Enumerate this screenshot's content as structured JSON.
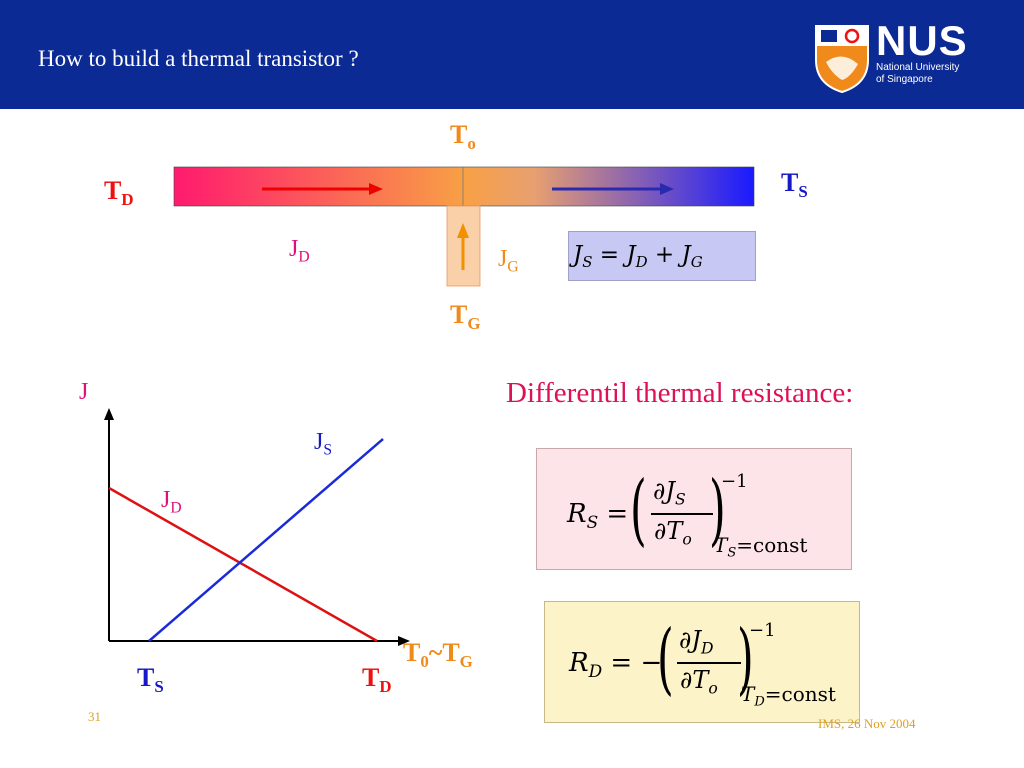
{
  "header": {
    "title": "How to build a thermal transistor ?",
    "logo": {
      "name": "NUS",
      "subtitle_line1": "National University",
      "subtitle_line2": "of Singapore"
    }
  },
  "diagram": {
    "To_label": "T",
    "To_sub": "o",
    "TD_label": "T",
    "TD_sub": "D",
    "TS_label": "T",
    "TS_sub": "S",
    "TG_label": "T",
    "TG_sub": "G",
    "JD_label": "J",
    "JD_sub": "D",
    "JG_label": "J",
    "JG_sub": "G",
    "equation": "J_S = J_D + J_G"
  },
  "graph": {
    "y_axis_label": "J",
    "JS_label": "J",
    "JS_sub": "S",
    "JD_label": "J",
    "JD_sub": "D",
    "x_left_label": "T",
    "x_left_sub": "S",
    "x_right_label": "T",
    "x_right_sub": "D",
    "x_axis_label_part1": "T",
    "x_axis_label_sub1": "0",
    "x_axis_label_part2": "~T",
    "x_axis_label_sub2": "G"
  },
  "resistance": {
    "heading": "Differentil thermal resistance:",
    "RS_formula": "R_S = (∂J_S/∂T_o)^-1 at T_S=const",
    "RD_formula": "R_D = -(∂J_D/∂T_o)^-1 at T_D=const"
  },
  "footer": {
    "page_number": "31",
    "event": "IMS, 26 Nov 2004"
  },
  "colors": {
    "header_bg": "#0b2a94",
    "red": "#ee1111",
    "pink": "#dd1177",
    "orange": "#f08a1a",
    "blue": "#1818c8",
    "eq_js_bg": "#c8c8f4",
    "eq_rs_bg": "#fde4e8",
    "eq_rd_bg": "#fdf3c8"
  }
}
